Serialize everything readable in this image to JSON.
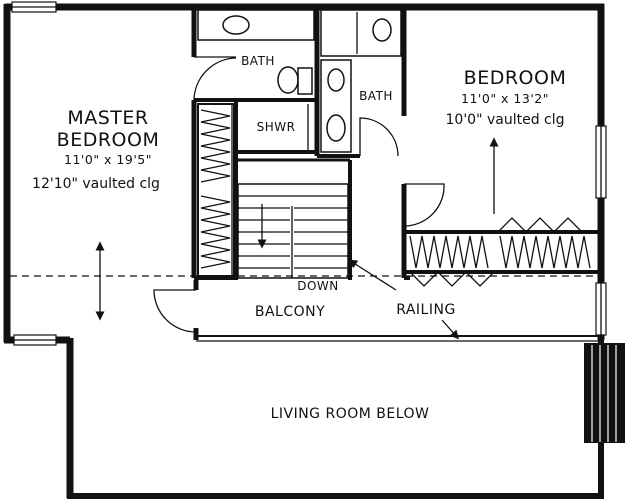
{
  "rooms": {
    "master": {
      "name_line1": "MASTER",
      "name_line2": "BEDROOM",
      "dimensions": "11'0\" x 19'5\"",
      "ceiling": "12'10\" vaulted clg"
    },
    "bedroom": {
      "name": "BEDROOM",
      "dimensions": "11'0\" x 13'2\"",
      "ceiling": "10'0\" vaulted clg"
    },
    "bath_upper": {
      "name": "BATH"
    },
    "bath_lower": {
      "name": "BATH"
    },
    "shower": {
      "name": "SHWR"
    },
    "balcony": {
      "name": "BALCONY"
    },
    "living_below": {
      "name": "LIVING ROOM BELOW"
    }
  },
  "labels": {
    "stair_down": "DOWN",
    "railing": "RAILING"
  }
}
